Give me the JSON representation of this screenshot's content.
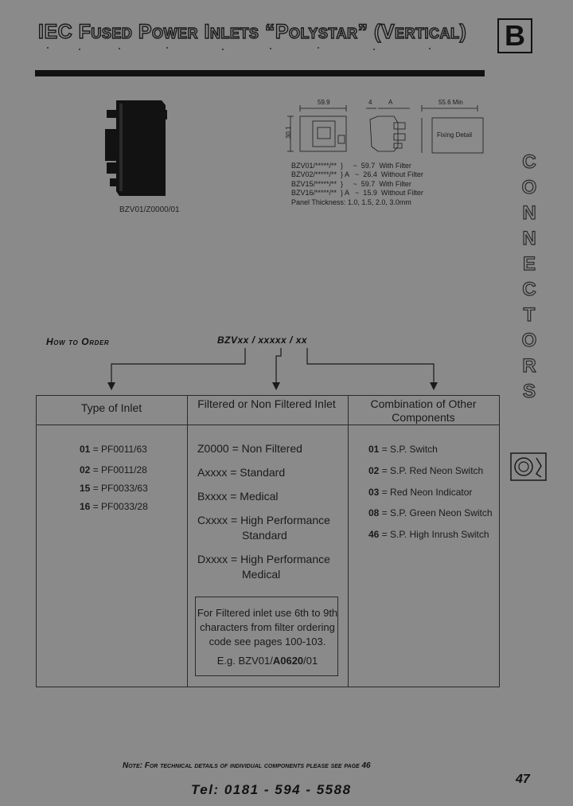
{
  "header": {
    "title": "IEC Fused Power Inlets “Polystar” (Vertical)",
    "logo_letter": "B"
  },
  "product": {
    "caption": "BZV01/Z0000/01"
  },
  "drawing": {
    "dim_width": "59.9",
    "dim_4": "4",
    "dim_a": "A",
    "dim_cutout": "55.6 Min",
    "dim_height": "30.1",
    "fixing_label": "Fixing Detail",
    "legend": [
      "BZV01/*****/**  }     ~  59.7  With Filter",
      "BZV02/*****/**  } A   ~  26.4  Without Filter",
      "BZV15/*****/**  }     ~  59.7  With Filter",
      "BZV16/*****/**  } A   ~  15.9  Without Filter",
      "Panel Thickness: 1.0, 1.5, 2.0, 3.0mm"
    ]
  },
  "how_to_order": {
    "label": "How to Order",
    "code": "BZVxx / xxxxx / xx"
  },
  "table": {
    "headers": [
      "Type of Inlet",
      "Filtered or Non Filtered Inlet",
      "Combination of Other Components"
    ],
    "inlet_types": [
      {
        "code": "01",
        "text": " = PF0011/63"
      },
      {
        "code": "02",
        "text": " = PF0011/28"
      },
      {
        "code": "15",
        "text": " = PF0033/63"
      },
      {
        "code": "16",
        "text": " = PF0033/28"
      }
    ],
    "filter_options": [
      "Z0000 = Non Filtered",
      "Axxxx = Standard",
      "Bxxxx = Medical",
      "Cxxxx = High Performance",
      "Standard",
      "Dxxxx = High Performance",
      "Medical"
    ],
    "components": [
      {
        "code": "01",
        "text": " = S.P. Switch"
      },
      {
        "code": "02",
        "text": " = S.P. Red Neon Switch"
      },
      {
        "code": "03",
        "text": " = Red Neon Indicator"
      },
      {
        "code": "08",
        "text": " = S.P. Green Neon Switch"
      },
      {
        "code": "46",
        "text": " = S.P. High Inrush Switch"
      }
    ],
    "note": {
      "line1": "For Filtered inlet use 6th to 9th",
      "line2": "characters from filter ordering",
      "line3": "code see pages 100-103.",
      "example_prefix": "E.g. BZV01/",
      "example_bold": "A0620",
      "example_suffix": "/01"
    }
  },
  "side_text": [
    "C",
    "O",
    "N",
    "N",
    "E",
    "C",
    "T",
    "O",
    "R",
    "S"
  ],
  "footer": {
    "note": "Note: For technical details of individual components please see page 46",
    "page_number": "47",
    "tel": "Tel: 0181 - 594 - 5588"
  },
  "colors": {
    "background": "#8b8a8b",
    "ink": "#161616"
  }
}
